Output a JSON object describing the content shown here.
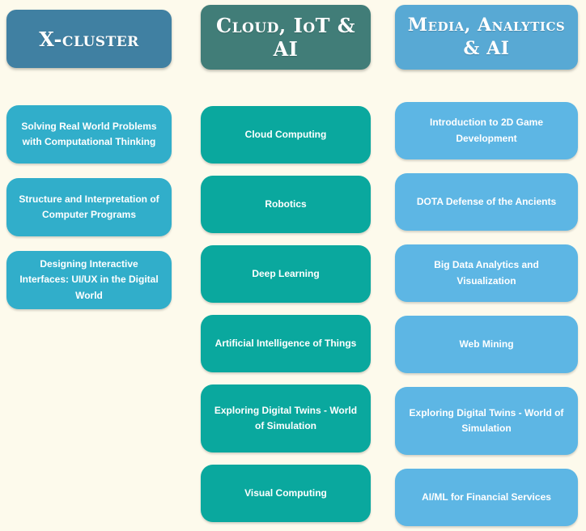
{
  "background_color": "#fdfaec",
  "text_color": "#ffffff",
  "columns": [
    {
      "id": "x-cluster",
      "header": {
        "label": "X-cluster",
        "color": "#4080a2"
      },
      "card_color": "#31aeca",
      "cards": [
        "Solving Real World Problems with Computational Thinking",
        "Structure and Interpretation of Computer Programs",
        "Designing Interactive Interfaces: UI/UX in the Digital World"
      ]
    },
    {
      "id": "cloud-iot-ai",
      "header": {
        "label": "Cloud, IoT & AI",
        "color": "#417d78"
      },
      "card_color": "#0aa89e",
      "cards": [
        "Cloud Computing",
        "Robotics",
        "Deep Learning",
        "Artificial Intelligence of Things",
        "Exploring Digital Twins - World of Simulation",
        "Visual Computing"
      ]
    },
    {
      "id": "media-analytics-ai",
      "header": {
        "label": "Media, Analytics & AI",
        "color": "#58a9d4"
      },
      "card_color": "#5db6e4",
      "cards": [
        "Introduction to 2D Game Development",
        "DOTA Defense of the Ancients",
        "Big Data Analytics and Visualization",
        "Web Mining",
        "Exploring Digital Twins - World of Simulation",
        "AI/ML for Financial Services"
      ]
    }
  ]
}
